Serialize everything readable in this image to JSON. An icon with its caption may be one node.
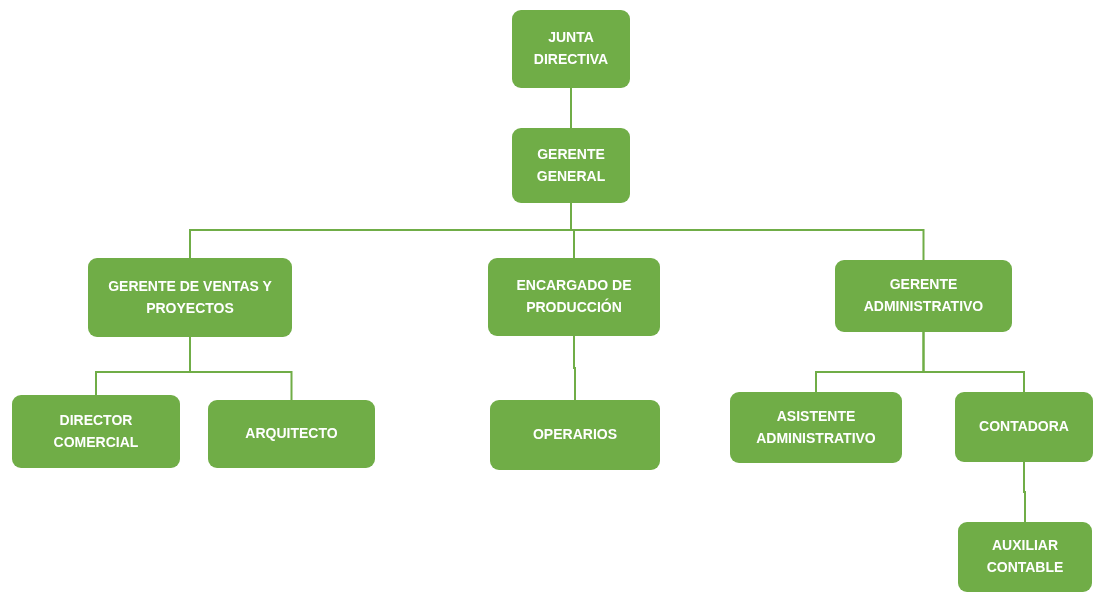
{
  "diagram": {
    "nodes": [
      {
        "text": [
          "JUNTA DIRECTIVA"
        ]
      },
      {
        "text": [
          "GERENTE GENERAL"
        ]
      },
      {
        "text": [
          "GERENTE DE VENTAS Y PROYECTOS"
        ]
      },
      {
        "text": [
          "ENCARGADO DE PRODUCCIÓN"
        ]
      },
      {
        "text": [
          "GERENTE ADMINISTRATIVO"
        ]
      },
      {
        "text": [
          "DIRECTOR COMERCIAL"
        ]
      },
      {
        "text": [
          "ARQUITECTO"
        ]
      },
      {
        "text": [
          "OPERARIOS"
        ]
      },
      {
        "text": [
          "ASISTENTE ADMINISTRATIVO"
        ]
      },
      {
        "text": [
          "CONTADORA"
        ]
      },
      {
        "text": [
          "AUXILIAR CONTABLE"
        ]
      }
    ],
    "edges": [
      {
        "from": 0,
        "to": 1,
        "arrow": "none"
      },
      {
        "from": 1,
        "to": 2,
        "arrow": "none"
      },
      {
        "from": 1,
        "to": 3,
        "arrow": "none"
      },
      {
        "from": 1,
        "to": 4,
        "arrow": "none"
      },
      {
        "from": 2,
        "to": 5,
        "arrow": "none"
      },
      {
        "from": 2,
        "to": 6,
        "arrow": "none"
      },
      {
        "from": 3,
        "to": 7,
        "arrow": "none"
      },
      {
        "from": 4,
        "to": 8,
        "arrow": "none"
      },
      {
        "from": 4,
        "to": 9,
        "arrow": "none"
      },
      {
        "from": 9,
        "to": 10,
        "arrow": "none"
      }
    ]
  }
}
